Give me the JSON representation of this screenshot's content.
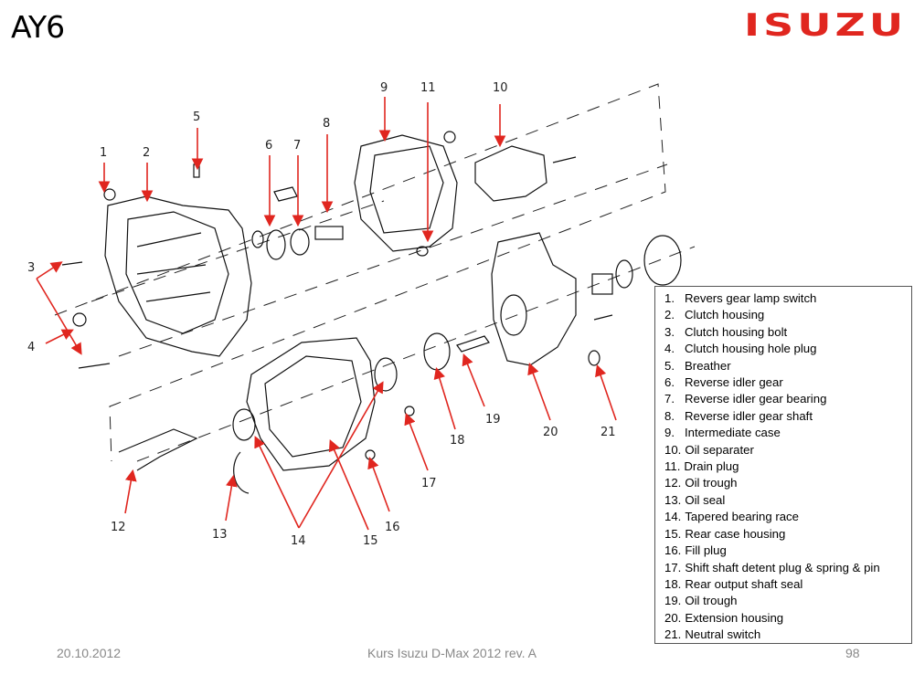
{
  "slide": {
    "title": "AY6",
    "logo_text": "ISUZU",
    "brand_color": "#e0261f",
    "arrow_color": "#e0261f"
  },
  "diagram": {
    "name": "AY6 transmission exploded view",
    "callouts": [
      "1",
      "2",
      "3",
      "4",
      "5",
      "6",
      "7",
      "8",
      "9",
      "10",
      "11",
      "12",
      "13",
      "14",
      "15",
      "16",
      "17",
      "18",
      "19",
      "20",
      "21"
    ]
  },
  "legend": {
    "items": [
      {
        "num": "1.",
        "label": "Revers gear lamp switch"
      },
      {
        "num": "2.",
        "label": "Clutch housing"
      },
      {
        "num": "3.",
        "label": "Clutch housing bolt"
      },
      {
        "num": "4.",
        "label": "Clutch housing hole plug"
      },
      {
        "num": "5.",
        "label": "Breather"
      },
      {
        "num": "6.",
        "label": "Reverse idler gear"
      },
      {
        "num": "7.",
        "label": "Reverse idler gear bearing"
      },
      {
        "num": "8.",
        "label": "Reverse idler gear shaft"
      },
      {
        "num": "9.",
        "label": "Intermediate case"
      },
      {
        "num": "10.",
        "label": "Oil separater"
      },
      {
        "num": "11.",
        "label": "Drain plug"
      },
      {
        "num": "12.",
        "label": "Oil trough"
      },
      {
        "num": "13.",
        "label": "Oil seal"
      },
      {
        "num": "14.",
        "label": "Tapered bearing race"
      },
      {
        "num": "15.",
        "label": "Rear case housing"
      },
      {
        "num": "16.",
        "label": "Fill plug"
      },
      {
        "num": "17.",
        "label": "Shift shaft detent plug & spring & pin"
      },
      {
        "num": "18.",
        "label": "Rear output shaft seal"
      },
      {
        "num": "19.",
        "label": "Oil trough"
      },
      {
        "num": "20.",
        "label": "Extension housing"
      },
      {
        "num": "21.",
        "label": "Neutral switch"
      }
    ]
  },
  "footer": {
    "date": "20.10.2012",
    "course": "Kurs Isuzu D-Max 2012 rev. A",
    "page": "98"
  }
}
